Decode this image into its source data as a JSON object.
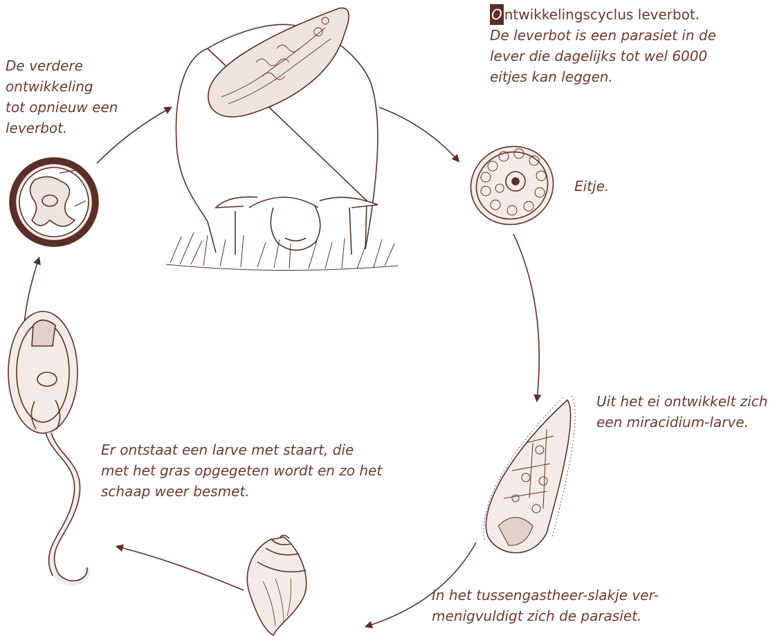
{
  "title_badge": "O",
  "title_rest": "ntwikkelingscyclus leverbot.",
  "title_lines": [
    "De leverbot is een parasiet in de",
    "lever die dagelijks tot wel 6000",
    "eitjes kan leggen."
  ],
  "egg_label": "Eitje.",
  "miracidium_lines": [
    "Uit het ei ontwikkelt zich",
    "een miracidium-larve."
  ],
  "snail_lines": [
    "In het tussengastheer-slakje ver-",
    "menigvuldigt zich de parasiet."
  ],
  "cercaria_lines": [
    "Er ontstaat een larve met staart, die",
    "met het gras opgegeten wordt en zo het",
    "schaap weer besmet."
  ],
  "development_lines": [
    "De verdere",
    "ontwikkeling",
    "tot opnieuw een",
    "leverbot."
  ],
  "colors": {
    "ink": "#5a2f27",
    "text": "#6b3a2e",
    "background": "#ffffff"
  }
}
